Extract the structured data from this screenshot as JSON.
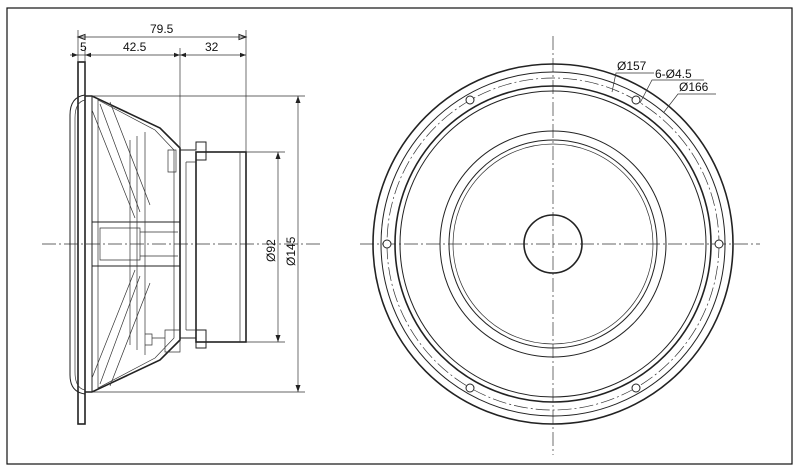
{
  "dimensions": {
    "total_depth": "79.5",
    "flange_thickness": "5",
    "frame_depth": "42.5",
    "magnet_depth": "32",
    "magnet_diameter": "Ø92",
    "basket_diameter": "Ø145",
    "bolt_circle_diameter": "Ø157",
    "mounting_holes": "6-Ø4.5",
    "outer_diameter": "Ø166"
  },
  "colors": {
    "line": "#222222",
    "background": "#ffffff"
  }
}
